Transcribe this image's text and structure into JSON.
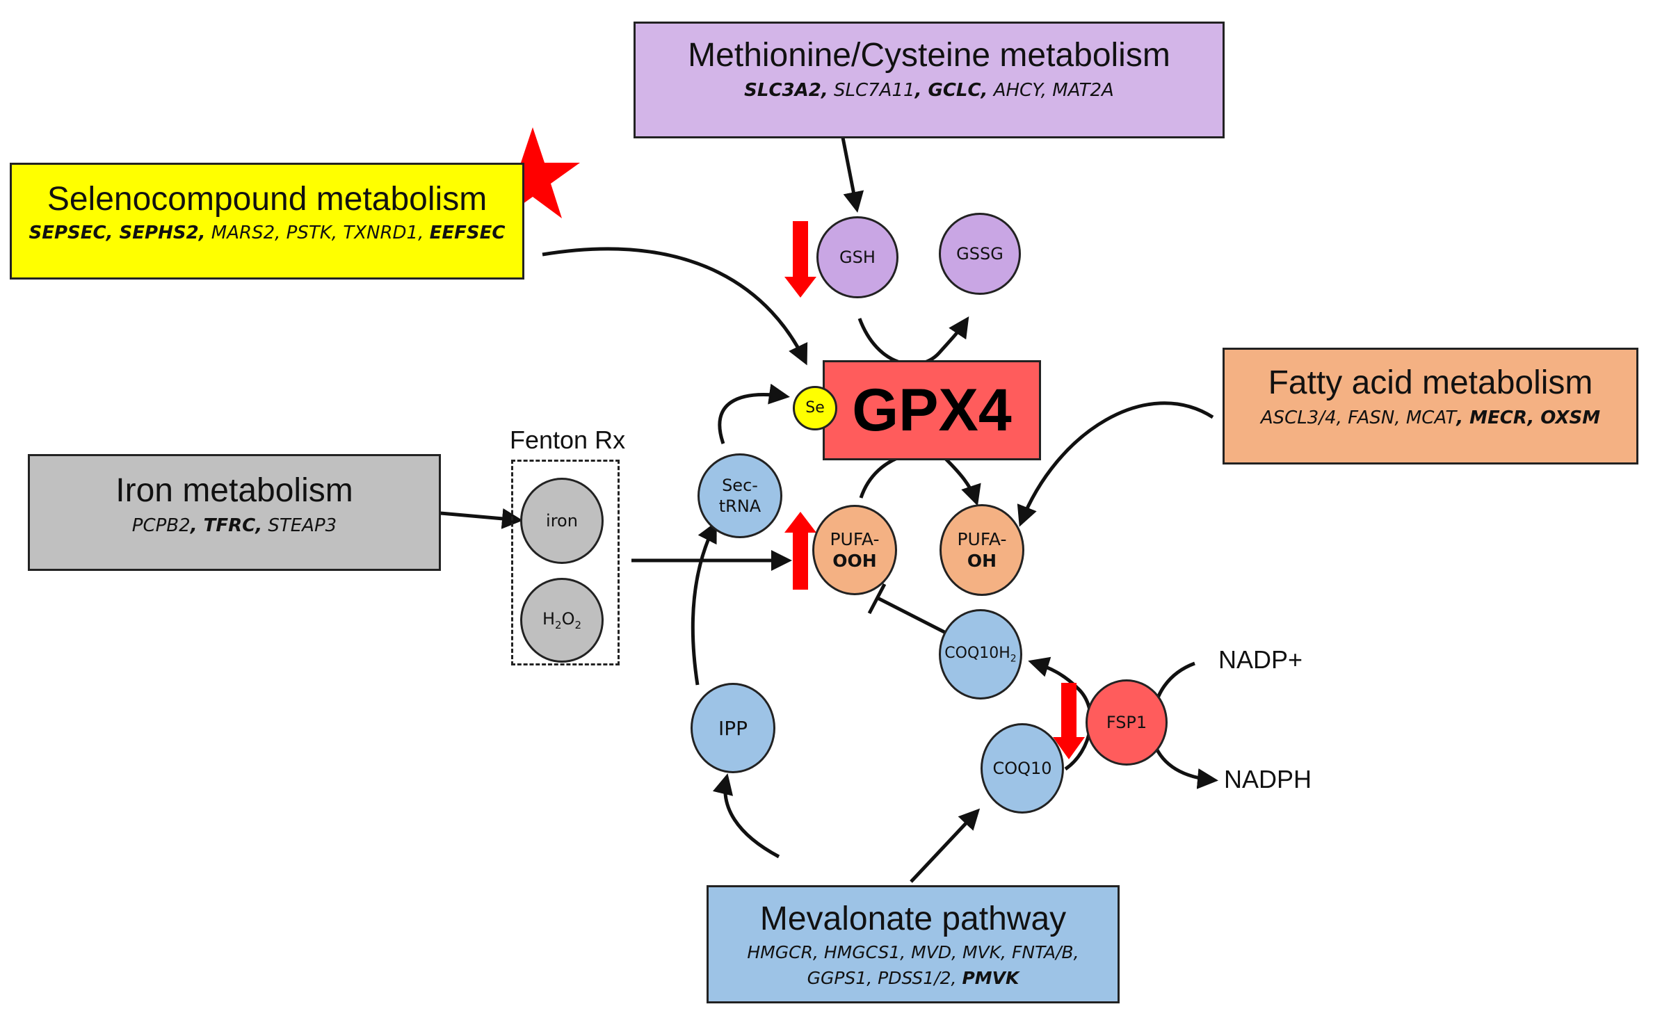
{
  "boxes": {
    "methionine": {
      "title": "Methionine/Cysteine metabolism",
      "genes": [
        {
          "t": "SLC3A2,",
          "b": true
        },
        {
          "t": " SLC7A11",
          "b": false
        },
        {
          "t": ", GCLC,",
          "b": true
        },
        {
          "t": " AHCY, MAT2A",
          "b": false
        }
      ],
      "color": "#d3b5e8"
    },
    "seleno": {
      "title": "Selenocompound metabolism",
      "genes": [
        {
          "t": "SEPSEC, SEPHS2,",
          "b": true
        },
        {
          "t": " MARS2, PSTK, TXNRD1, ",
          "b": false
        },
        {
          "t": "EEFSEC",
          "b": true
        }
      ],
      "color": "#ffff00"
    },
    "fatty": {
      "title": "Fatty acid metabolism",
      "genes": [
        {
          "t": "ASCL3/4, FASN, MCAT",
          "b": false
        },
        {
          "t": ", MECR, OXSM",
          "b": true
        }
      ],
      "color": "#f4b183"
    },
    "iron": {
      "title": "Iron metabolism",
      "genes": [
        {
          "t": "PCPB2",
          "b": false
        },
        {
          "t": ", TFRC,",
          "b": true
        },
        {
          "t": " STEAP3",
          "b": false
        }
      ],
      "color": "#c0c0c0"
    },
    "mevalonate": {
      "title": "Mevalonate pathway",
      "genes_line1": [
        {
          "t": "HMGCR, HMGCS1, MVD, MVK, FNTA/B,",
          "b": false
        }
      ],
      "genes_line2": [
        {
          "t": "GGPS1, PDSS1/2, ",
          "b": false
        },
        {
          "t": "PMVK",
          "b": true
        }
      ],
      "color": "#9dc3e6"
    },
    "gpx4": {
      "title": "GPX4",
      "color": "#ff5c5c"
    }
  },
  "nodes": {
    "gsh": "GSH",
    "gssg": "GSSG",
    "se": "Se",
    "sec_trna_1": "Sec-",
    "sec_trna_2": "tRNA",
    "pufa_ooh_1": "PUFA-",
    "pufa_ooh_2": "OOH",
    "pufa_oh_1": "PUFA-",
    "pufa_oh_2": "OH",
    "iron": "iron",
    "h2o2_base": "H",
    "h2o2_sub1": "2",
    "h2o2_mid": "O",
    "h2o2_sub2": "2",
    "coq10h2_base": "COQ10H",
    "coq10h2_sub": "2",
    "coq10": "COQ10",
    "fsp1": "FSP1",
    "ipp": "IPP"
  },
  "labels": {
    "fenton": "Fenton Rx",
    "nadp_plus": "NADP+",
    "nadph": "NADPH"
  },
  "colors": {
    "purple_node": "#c9a6e4",
    "blue_node": "#9dc3e6",
    "orange_node": "#f4b183",
    "grey_node": "#bfbfbf",
    "red": "#ff0000",
    "se_yellow": "#ffff00",
    "fsp1_red": "#ff5c5c"
  },
  "icons": [
    "red-star-icon",
    "red-down-arrow-icon",
    "red-up-arrow-icon"
  ]
}
